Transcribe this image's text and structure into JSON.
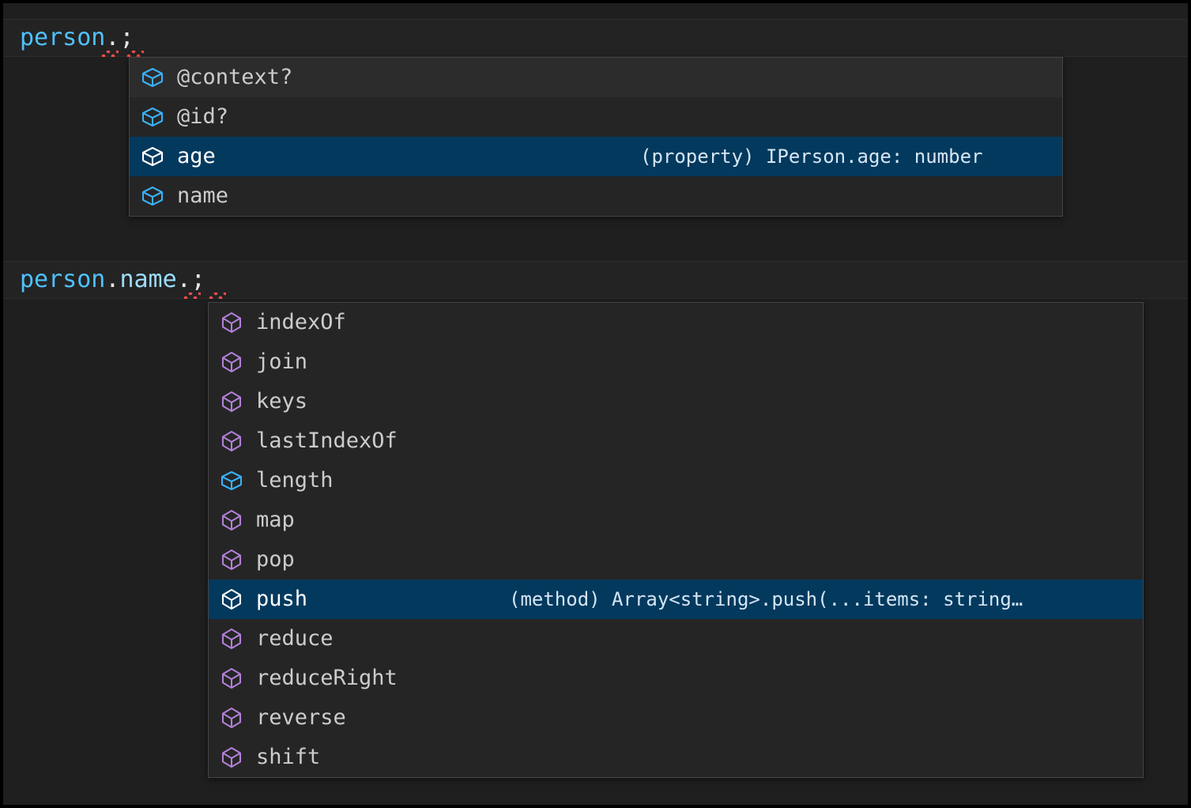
{
  "theme": {
    "editor_background": "#1f1f1f",
    "line_background": "#232323",
    "popup_background": "#252526",
    "popup_border": "#454545",
    "selected_row_background": "#04395e",
    "variable_color": "#4fc1ff",
    "property_color": "#9cdcfe",
    "method_icon_color": "#b180d7",
    "property_icon_color": "#3bb0f5",
    "error_squiggle_color": "#f14c4c",
    "label_color": "#cccccc",
    "detail_color": "#d4e6f4"
  },
  "editor": {
    "lines": [
      {
        "id": "line-1",
        "tokens": [
          {
            "text": "person",
            "kind": "variable"
          },
          {
            "text": ".",
            "kind": "punct"
          },
          {
            "text": ";",
            "kind": "punct"
          }
        ],
        "plain": "person.;"
      },
      {
        "id": "line-2",
        "tokens": [
          {
            "text": "person",
            "kind": "variable"
          },
          {
            "text": ".",
            "kind": "punct"
          },
          {
            "text": "name",
            "kind": "property"
          },
          {
            "text": ".",
            "kind": "punct"
          },
          {
            "text": ";",
            "kind": "punct"
          }
        ],
        "plain": "person.name.;"
      }
    ]
  },
  "suggest_widgets": [
    {
      "id": "suggest-1",
      "anchor_line": "person.;",
      "selected_index": 2,
      "hovered_index": 0,
      "rows": [
        {
          "label": "@context?",
          "icon": "property-cube-icon",
          "kind": "property",
          "detail": ""
        },
        {
          "label": "@id?",
          "icon": "property-cube-icon",
          "kind": "property",
          "detail": ""
        },
        {
          "label": "age",
          "icon": "property-cube-icon",
          "kind": "property",
          "detail": "(property) IPerson.age: number"
        },
        {
          "label": "name",
          "icon": "property-cube-icon",
          "kind": "property",
          "detail": ""
        }
      ]
    },
    {
      "id": "suggest-2",
      "anchor_line": "person.name.;",
      "selected_index": 7,
      "hovered_index": -1,
      "rows": [
        {
          "label": "indexOf",
          "icon": "method-cube-icon",
          "kind": "method",
          "detail": ""
        },
        {
          "label": "join",
          "icon": "method-cube-icon",
          "kind": "method",
          "detail": ""
        },
        {
          "label": "keys",
          "icon": "method-cube-icon",
          "kind": "method",
          "detail": ""
        },
        {
          "label": "lastIndexOf",
          "icon": "method-cube-icon",
          "kind": "method",
          "detail": ""
        },
        {
          "label": "length",
          "icon": "property-cube-icon",
          "kind": "property",
          "detail": ""
        },
        {
          "label": "map",
          "icon": "method-cube-icon",
          "kind": "method",
          "detail": ""
        },
        {
          "label": "pop",
          "icon": "method-cube-icon",
          "kind": "method",
          "detail": ""
        },
        {
          "label": "push",
          "icon": "method-cube-icon",
          "kind": "method",
          "detail": "(method) Array<string>.push(...items: string…"
        },
        {
          "label": "reduce",
          "icon": "method-cube-icon",
          "kind": "method",
          "detail": ""
        },
        {
          "label": "reduceRight",
          "icon": "method-cube-icon",
          "kind": "method",
          "detail": ""
        },
        {
          "label": "reverse",
          "icon": "method-cube-icon",
          "kind": "method",
          "detail": ""
        },
        {
          "label": "shift",
          "icon": "method-cube-icon",
          "kind": "method",
          "detail": ""
        }
      ]
    }
  ]
}
